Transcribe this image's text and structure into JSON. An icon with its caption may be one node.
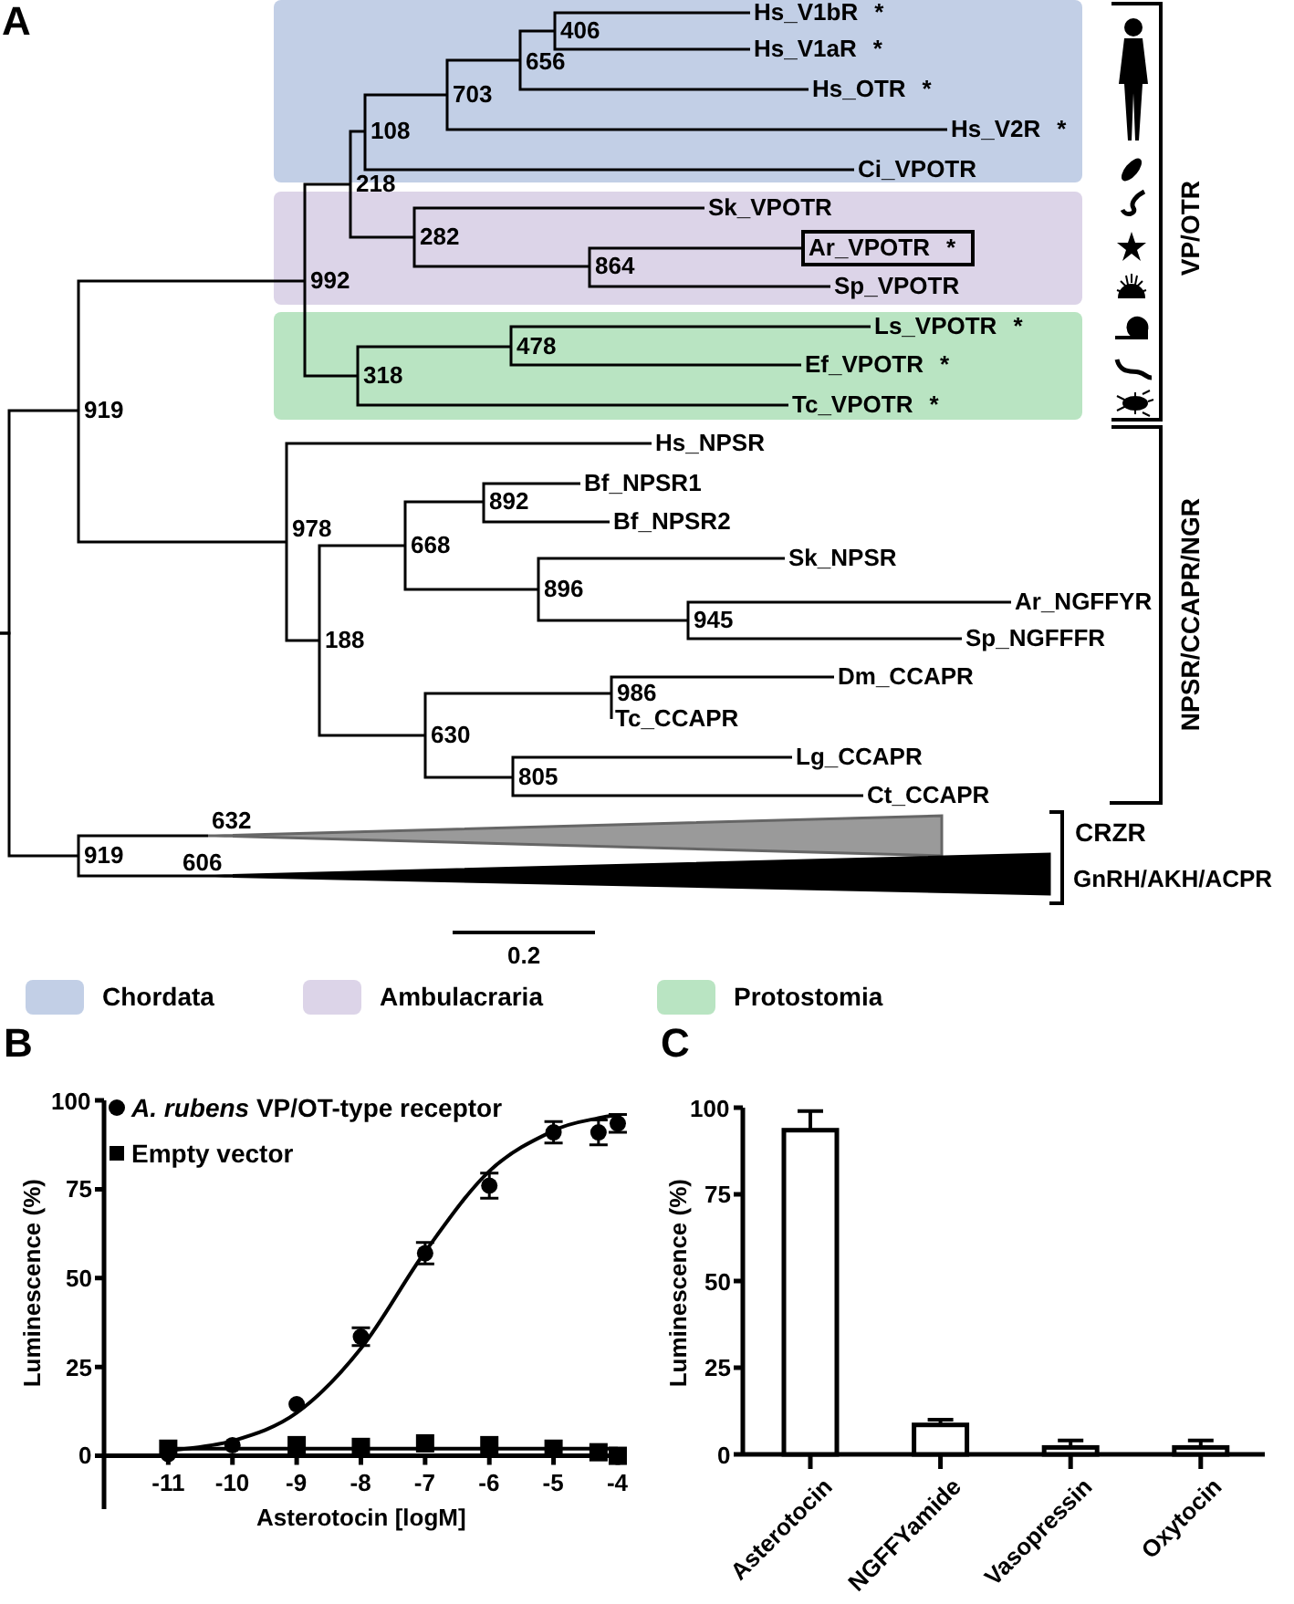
{
  "diagram": {
    "nodes": [
      {
        "text": [],
        "shape": "box"
      },
      {
        "text": [
          "406"
        ],
        "in": 0
      },
      {
        "text": [
          "Hs_V1bR"
        ],
        "beside": [
          "*"
        ],
        "in": 0
      },
      {
        "text": [
          "Hs_V1aR"
        ],
        "beside": [
          "*"
        ],
        "in": 0
      },
      {
        "text": [
          "656"
        ],
        "in": 0
      },
      {
        "text": [
          "703"
        ],
        "in": 0
      },
      {
        "text": [
          "Hs_OTR"
        ],
        "beside": [
          "*"
        ],
        "in": 0
      },
      {
        "text": [
          "108"
        ],
        "in": 0
      },
      {
        "text": [
          "Hs_V2R"
        ],
        "beside": [
          "*"
        ],
        "in": 0
      },
      {
        "text": [
          "Ci_VPOTR"
        ],
        "in": 0
      },
      {
        "text": [
          "218"
        ]
      },
      {
        "text": [],
        "shape": "box"
      },
      {
        "text": [
          "Sk_VPOTR"
        ],
        "in": 11
      },
      {
        "text": [
          "282"
        ],
        "in": 11
      },
      {
        "text": [
          "Ar_VPOTR",
          "*"
        ],
        "in": 11
      },
      {
        "text": [
          "864"
        ],
        "in": 11
      },
      {
        "text": [
          "992"
        ],
        "in": 11
      },
      {
        "text": [
          "Sp_VPOTR"
        ],
        "in": 11
      },
      {
        "text": [],
        "shape": "box"
      },
      {
        "text": [
          "Ls_VPOTR"
        ],
        "beside": [
          "*"
        ],
        "in": 18
      },
      {
        "text": [
          "478"
        ],
        "in": 18
      },
      {
        "text": [
          "Ef_VPOTR"
        ],
        "beside": [
          "*"
        ],
        "in": 18
      },
      {
        "text": [
          "318"
        ],
        "in": 18
      },
      {
        "text": [
          "Tc_VPOTR"
        ],
        "beside": [
          "*"
        ],
        "in": 18
      },
      {
        "text": [
          "919"
        ]
      },
      {
        "text": [
          "Hs_NPSR"
        ]
      },
      {
        "text": [
          "Bf_NPSR1"
        ]
      },
      {
        "text": [
          "892"
        ]
      },
      {
        "text": [
          "Bf_NPSR2"
        ]
      },
      {
        "text": [
          "978"
        ]
      },
      {
        "text": [
          "668"
        ]
      },
      {
        "text": [
          "Sk_NPSR"
        ]
      },
      {
        "text": [
          "896"
        ]
      },
      {
        "text": [
          "Ar_NGFFYR"
        ]
      },
      {
        "text": [
          "945"
        ]
      },
      {
        "text": [
          "Sp_NGFFFR"
        ]
      },
      {
        "text": [
          "188"
        ]
      },
      {
        "text": [
          "Dm_CCAPR"
        ]
      },
      {
        "text": [
          "986"
        ]
      },
      {
        "text": [
          "Tc_CCAPR"
        ]
      },
      {
        "text": [
          "630"
        ]
      },
      {
        "text": [
          "Lg_CCAPR"
        ]
      },
      {
        "text": [
          "805"
        ]
      },
      {
        "text": [
          "Ct_CCAPR"
        ]
      },
      {
        "text": [
          "632"
        ]
      },
      {
        "text": [
          "919"
        ]
      },
      {
        "text": [
          "606"
        ]
      }
    ],
    "edges": [
      {
        "from": 1,
        "to": 2,
        "arrow": "none"
      },
      {
        "from": 1,
        "to": 3,
        "arrow": "none"
      },
      {
        "from": 4,
        "to": 1,
        "arrow": "none"
      },
      {
        "from": 4,
        "to": 6,
        "arrow": "none"
      },
      {
        "from": 5,
        "to": 4,
        "arrow": "none"
      },
      {
        "from": 5,
        "to": 8,
        "arrow": "none"
      },
      {
        "from": 7,
        "to": 5,
        "arrow": "none"
      },
      {
        "from": 7,
        "to": 9,
        "arrow": "none"
      },
      {
        "from": 10,
        "to": 7,
        "arrow": "none"
      },
      {
        "from": 10,
        "to": 13,
        "arrow": "none"
      },
      {
        "from": 13,
        "to": 12,
        "arrow": "none"
      },
      {
        "from": 13,
        "to": 15,
        "arrow": "none"
      },
      {
        "from": 15,
        "to": 14,
        "arrow": "none"
      },
      {
        "from": 15,
        "to": 17,
        "arrow": "none"
      },
      {
        "from": 16,
        "to": 10,
        "arrow": "none"
      },
      {
        "from": 16,
        "to": 22,
        "arrow": "none"
      },
      {
        "from": 22,
        "to": 20,
        "arrow": "none"
      },
      {
        "from": 22,
        "to": 23,
        "arrow": "none"
      },
      {
        "from": 20,
        "to": 19,
        "arrow": "none"
      },
      {
        "from": 20,
        "to": 21,
        "arrow": "none"
      },
      {
        "from": 24,
        "to": 16,
        "arrow": "none"
      },
      {
        "from": 24,
        "to": 29,
        "arrow": "none"
      },
      {
        "from": 29,
        "to": 25,
        "arrow": "none"
      },
      {
        "from": 29,
        "to": 36,
        "arrow": "none"
      },
      {
        "from": 36,
        "to": 30,
        "arrow": "none"
      },
      {
        "from": 36,
        "to": 40,
        "arrow": "none"
      },
      {
        "from": 30,
        "to": 27,
        "arrow": "none"
      },
      {
        "from": 30,
        "to": 32,
        "arrow": "none"
      },
      {
        "from": 27,
        "to": 26,
        "arrow": "none"
      },
      {
        "from": 27,
        "to": 28,
        "arrow": "none"
      },
      {
        "from": 32,
        "to": 31,
        "arrow": "none"
      },
      {
        "from": 32,
        "to": 34,
        "arrow": "none"
      },
      {
        "from": 34,
        "to": 33,
        "arrow": "none"
      },
      {
        "from": 34,
        "to": 35,
        "arrow": "none"
      },
      {
        "from": 40,
        "to": 38,
        "arrow": "none"
      },
      {
        "from": 40,
        "to": 42,
        "arrow": "none"
      },
      {
        "from": 38,
        "to": 37,
        "arrow": "none"
      },
      {
        "from": 38,
        "to": 39,
        "arrow": "none"
      },
      {
        "from": 42,
        "to": 41,
        "arrow": "none"
      },
      {
        "from": 42,
        "to": 43,
        "arrow": "none"
      },
      {
        "from": 45,
        "to": 44,
        "arrow": "none"
      },
      {
        "from": 45,
        "to": 46,
        "arrow": "none"
      },
      {
        "from": null,
        "to": 24,
        "arrow": "none"
      },
      {
        "from": null,
        "to": 45,
        "arrow": "none"
      }
    ],
    "labels": [
      "A",
      "VP/OTR",
      "NPSR/CCAPR/NGR",
      "CRZR",
      "GnRH/AKH/ACPR",
      "0.2",
      "B",
      "C"
    ],
    "legend": [
      {
        "text": "Chordata",
        "color": "#c2cfe6"
      },
      {
        "text": "Ambulacraria",
        "color": "#dcd4e8"
      },
      {
        "text": "Protostomia",
        "color": "#b9e4c2"
      }
    ],
    "chart_data": [
      {
        "type": "scatter",
        "xlabel": "Asterotocin [logM]",
        "ylabel": "Luminescence (%)",
        "x": [
          -11,
          -10,
          -9,
          -8,
          -7,
          -6,
          -5,
          -4.3,
          -4
        ],
        "xlim": [
          -12,
          -3.9
        ],
        "ylim": [
          -15,
          100
        ],
        "xticks": [
          -11,
          -10,
          -9,
          -8,
          -7,
          -6,
          -5,
          -4
        ],
        "yticks": [
          0,
          25,
          50,
          75,
          100
        ],
        "legend": "top-left",
        "series": [
          {
            "name": "*A. rubens* VP/OT-type receptor",
            "color": "#000000",
            "marker": "circle",
            "values": [
              0.5,
              3,
              14.5,
              33.5,
              57,
              76,
              91,
              91,
              93.5
            ],
            "errors": [
              0,
              0,
              0,
              2.5,
              3,
              3.5,
              3,
              3.5,
              2.5
            ]
          },
          {
            "name": "Empty vector",
            "color": "#000000",
            "marker": "square",
            "values": [
              2,
              null,
              3,
              2.5,
              3.5,
              3,
              2,
              1,
              0
            ]
          },
          {
            "type": "line",
            "color": "#000000",
            "values": [
              1.4,
              4.2,
              12.1,
              30.2,
              57.4,
              80.1,
              91.5,
              95,
              95.9
            ]
          },
          {
            "type": "line",
            "color": "#000000",
            "values": [
              2,
              2,
              2,
              2,
              2,
              2,
              2,
              2,
              2
            ]
          }
        ]
      },
      {
        "type": "bar",
        "ylabel": "Luminescence (%)",
        "categories": [
          "Asterotocin",
          "NGFFYamide",
          "Vasopressin",
          "Oxytocin"
        ],
        "values": [
          93.5,
          8.5,
          2,
          2
        ],
        "errors": [
          5.5,
          1.5,
          2,
          2
        ],
        "ylim": [
          0,
          100
        ],
        "yticks": [
          0,
          25,
          50,
          75,
          100
        ]
      }
    ]
  }
}
